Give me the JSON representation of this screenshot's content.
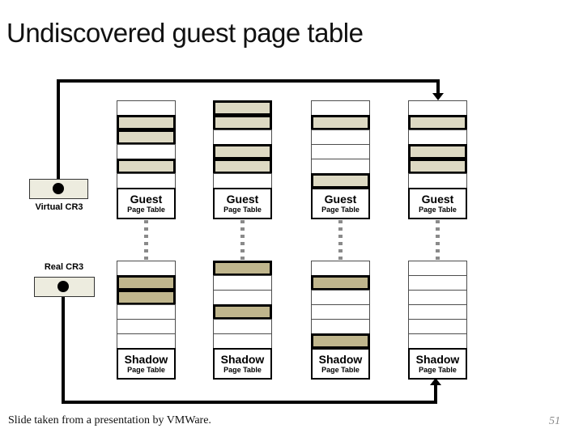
{
  "title": "Undiscovered guest page table",
  "labels": {
    "virtual_cr3": "Virtual CR3",
    "real_cr3": "Real CR3",
    "guest_title": "Guest",
    "shadow_title": "Shadow",
    "page_table": "Page Table"
  },
  "colors": {
    "guest_fill": "#ddd9c3",
    "shadow_fill": "#c0b68d",
    "cr3_fill": "#edecdf",
    "dash": "#8a8a8a",
    "line": "#000000"
  },
  "guest_tables": [
    {
      "cells": [
        "empty",
        "filled",
        "filled",
        "empty",
        "filled",
        "empty"
      ]
    },
    {
      "cells": [
        "filled",
        "filled",
        "empty",
        "filled",
        "filled",
        "empty"
      ]
    },
    {
      "cells": [
        "empty",
        "filled",
        "empty",
        "empty",
        "empty",
        "filled"
      ]
    },
    {
      "cells": [
        "empty",
        "filled",
        "empty",
        "filled",
        "filled",
        "empty"
      ]
    }
  ],
  "shadow_tables": [
    {
      "cells": [
        "empty",
        "filled",
        "filled",
        "empty",
        "empty",
        "empty"
      ]
    },
    {
      "cells": [
        "filled",
        "empty",
        "empty",
        "filled",
        "empty",
        "empty"
      ]
    },
    {
      "cells": [
        "empty",
        "filled",
        "empty",
        "empty",
        "empty",
        "filled"
      ]
    },
    {
      "cells": [
        "empty",
        "empty",
        "empty",
        "empty",
        "empty",
        "empty"
      ]
    }
  ],
  "footer": {
    "credit": "Slide taken from a presentation by VMWare.",
    "page_number": "51"
  }
}
